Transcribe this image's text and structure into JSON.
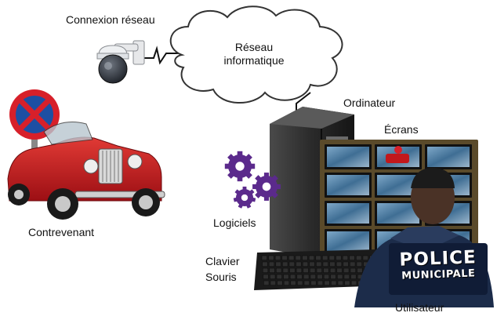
{
  "labels": {
    "network_connection": "Connexion réseau",
    "network_line1": "Réseau",
    "network_line2": "informatique",
    "computer": "Ordinateur",
    "screens": "Écrans",
    "software": "Logiciels",
    "keyboard": "Clavier",
    "mouse": "Souris",
    "offender": "Contrevenant",
    "user": "Utilisateur"
  },
  "badge": {
    "line1": "POLICE",
    "line2": "MUNICIPALE"
  },
  "colors": {
    "gear": "#5b2a8c",
    "car": "#c2181c",
    "sign_blue": "#1d4fa3",
    "sign_red": "#d7202a",
    "cloud_fill": "#ffffff",
    "cloud_stroke": "#333333",
    "uniform": "#1c2c4a"
  },
  "icons": [
    "camera-icon",
    "cloud-icon",
    "computer-tower-icon",
    "monitor-wall-icon",
    "gear-icon",
    "keyboard-icon",
    "no-parking-sign-icon",
    "car-icon",
    "police-officer-icon"
  ]
}
